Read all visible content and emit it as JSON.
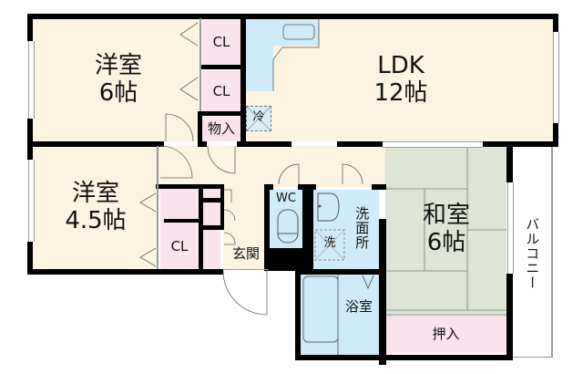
{
  "floor_plan": {
    "rooms": {
      "western_room_1": {
        "name": "洋室",
        "size": "6帖"
      },
      "ldk": {
        "name": "LDK",
        "size": "12帖"
      },
      "western_room_2": {
        "name": "洋室",
        "size": "4.5帖"
      },
      "japanese_room": {
        "name": "和室",
        "size": "6帖"
      }
    },
    "closets": {
      "cl_top_1": "CL",
      "cl_top_2": "CL",
      "storage": "物入",
      "cl_bottom": "CL",
      "oshiire": "押入"
    },
    "fixtures": {
      "fridge": "冷",
      "washer": "洗"
    },
    "wet_areas": {
      "wc": "WC",
      "washroom": "洗面所",
      "bathroom": "浴室"
    },
    "entrance": "玄関",
    "balcony": "バルコニー"
  },
  "colors": {
    "floor": "#fcf3e0",
    "closet": "#fbe3ee",
    "wet_area": "#cfeaf8",
    "tatami": "#dfe5d6",
    "wall": "#000000"
  }
}
